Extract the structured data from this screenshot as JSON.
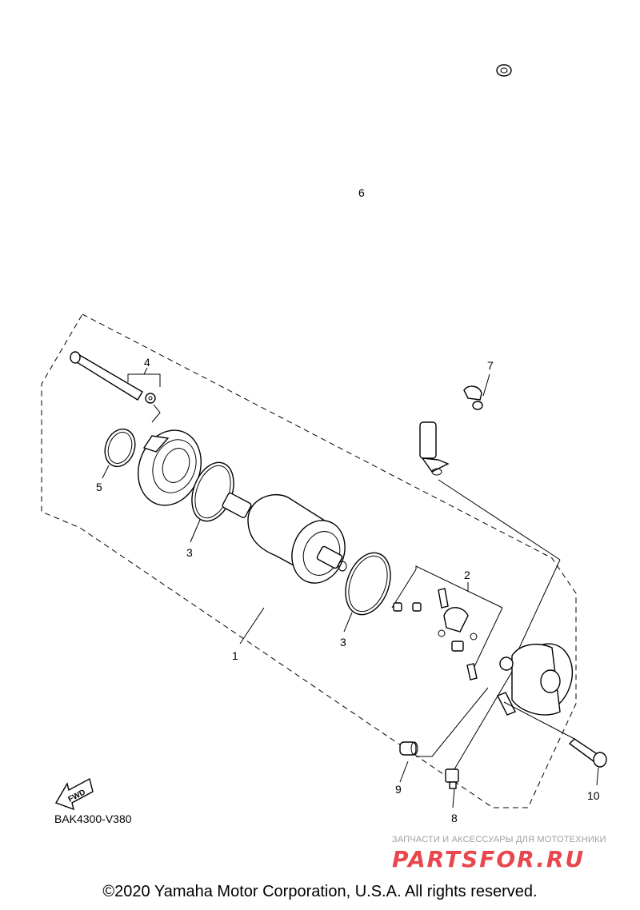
{
  "callouts": [
    {
      "id": "1",
      "label": "1"
    },
    {
      "id": "2",
      "label": "2"
    },
    {
      "id": "3a",
      "label": "3"
    },
    {
      "id": "3b",
      "label": "3"
    },
    {
      "id": "4",
      "label": "4"
    },
    {
      "id": "5",
      "label": "5"
    },
    {
      "id": "6",
      "label": "6"
    },
    {
      "id": "7",
      "label": "7"
    },
    {
      "id": "8",
      "label": "8"
    },
    {
      "id": "9",
      "label": "9"
    },
    {
      "id": "10",
      "label": "10"
    }
  ],
  "fwd_label": "FWD",
  "diagram_code": "BAK4300-V380",
  "watermark": {
    "subtitle": "ЗАПЧАСТИ И АКСЕССУАРЫ ДЛЯ МОТОТЕХНИКИ",
    "logo": "PARTSFOR.RU",
    "color": "#e8474d"
  },
  "copyright": "©2020 Yamaha Motor Corporation, U.S.A. All rights reserved."
}
